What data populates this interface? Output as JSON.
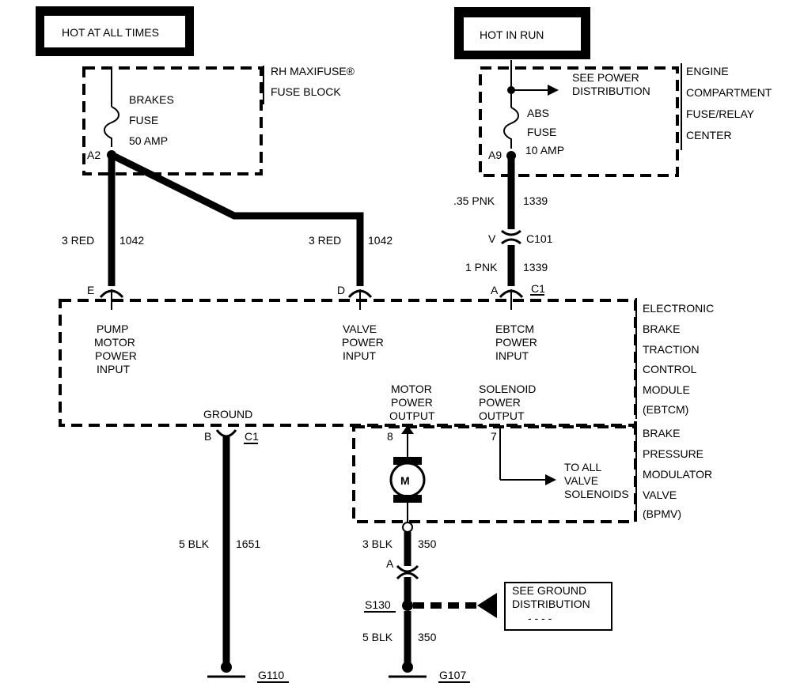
{
  "hot_at_all_times": "HOT AT ALL TIMES",
  "hot_in_run": "HOT IN RUN",
  "rh_fuse_block": {
    "line1": "RH MAXIFUSE®",
    "line2": "FUSE BLOCK"
  },
  "brakes_fuse": {
    "name1": "BRAKES",
    "name2": "FUSE",
    "rating": "50 AMP",
    "pin": "A2"
  },
  "engine_center": {
    "line1": "ENGINE",
    "line2": "COMPARTMENT",
    "line3": "FUSE/RELAY",
    "line4": "CENTER"
  },
  "see_power": {
    "line1": "SEE POWER",
    "line2": "DISTRIBUTION"
  },
  "abs_fuse": {
    "name1": "ABS",
    "name2": "FUSE",
    "rating": "10 AMP",
    "pin": "A9"
  },
  "wires": {
    "pump_gauge": "3 RED",
    "pump_circuit": "1042",
    "valve_gauge": "3 RED",
    "valve_circuit": "1042",
    "ebtcm_upper_gauge": ".35 PNK",
    "ebtcm_upper_circuit": "1339",
    "ebtcm_lower_gauge": "1 PNK",
    "ebtcm_lower_circuit": "1339",
    "ground_gauge": "5 BLK",
    "ground_circuit": "1651",
    "motor_gauge": "3 BLK",
    "motor_circuit": "350",
    "motor_lower_gauge": "5 BLK",
    "motor_lower_circuit": "350"
  },
  "connectors": {
    "c101_pin": "V",
    "c101_name": "C101",
    "c1_top_pin": "A",
    "c1_top_name": "C1",
    "pin_e": "E",
    "pin_d": "D",
    "ground_pin": "B",
    "ground_conn": "C1",
    "motor_pin": "8",
    "solenoid_pin": "7",
    "motor_conn_pin": "A"
  },
  "ebtcm_label": [
    "ELECTRONIC",
    "BRAKE",
    "TRACTION",
    "CONTROL",
    "MODULE",
    "(EBTCM)"
  ],
  "bpmv_label": [
    "BRAKE",
    "PRESSURE",
    "MODULATOR",
    "VALVE",
    "(BPMV)"
  ],
  "inputs": {
    "pump": [
      "PUMP",
      "MOTOR",
      "POWER",
      "INPUT"
    ],
    "valve": [
      "VALVE",
      "POWER",
      "INPUT"
    ],
    "ebtcm": [
      "EBTCM",
      "POWER",
      "INPUT"
    ]
  },
  "ground_label": "GROUND",
  "motor_output": [
    "MOTOR",
    "POWER",
    "OUTPUT"
  ],
  "solenoid_output": [
    "SOLENOID",
    "POWER",
    "OUTPUT"
  ],
  "to_valves": [
    "TO ALL",
    "VALVE",
    "SOLENOIDS"
  ],
  "motor_symbol": "M",
  "splice": "S130",
  "see_ground": {
    "line1": "SEE GROUND",
    "line2": "DISTRIBUTION",
    "line3": "- -  - -"
  },
  "grounds": {
    "left": "G110",
    "right": "G107"
  }
}
